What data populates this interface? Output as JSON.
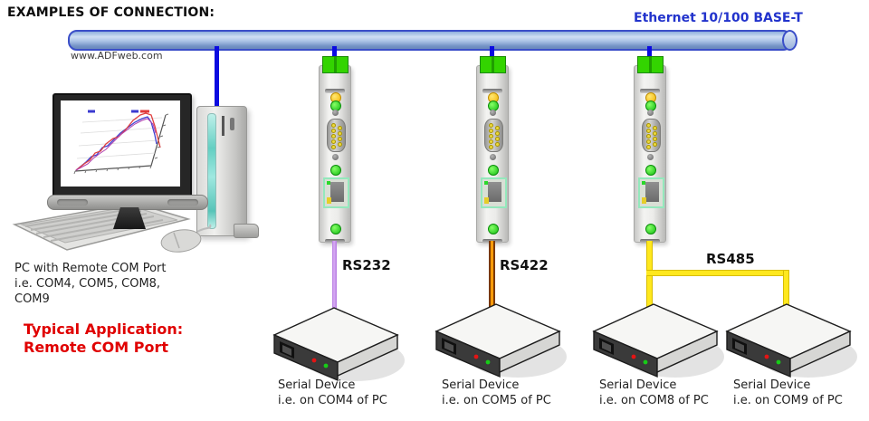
{
  "title": "EXAMPLES OF CONNECTION:",
  "network": {
    "label": "Ethernet 10/100 BASE-T",
    "watermark": "www.ADFweb.com",
    "bus_color": "#0b0be0",
    "label_color": "#2233cc"
  },
  "pc": {
    "caption": [
      "PC with Remote COM Port",
      "i.e. COM4, COM5, COM8,",
      "COM9"
    ]
  },
  "application": {
    "line1": "Typical Application:",
    "line2": "Remote COM Port",
    "color": "#e00000"
  },
  "connections": [
    {
      "label": "RS232",
      "cable_color": "#d9aef5"
    },
    {
      "label": "RS422",
      "cable_color": "#ff9b0a"
    },
    {
      "label": "RS485",
      "cable_color": "#ffe81e"
    }
  ],
  "converters": {
    "count": 3,
    "leds": [
      "yellow",
      "green"
    ],
    "ports": [
      "DB9 serial",
      "RJ45 ethernet"
    ]
  },
  "serial_devices": [
    {
      "name": "Serial Device",
      "detail": "i.e. on COM4 of PC"
    },
    {
      "name": "Serial Device",
      "detail": "i.e. on COM5 of PC"
    },
    {
      "name": "Serial Device",
      "detail": "i.e. on COM8 of PC"
    },
    {
      "name": "Serial Device",
      "detail": "i.e. on COM9 of PC"
    }
  ]
}
